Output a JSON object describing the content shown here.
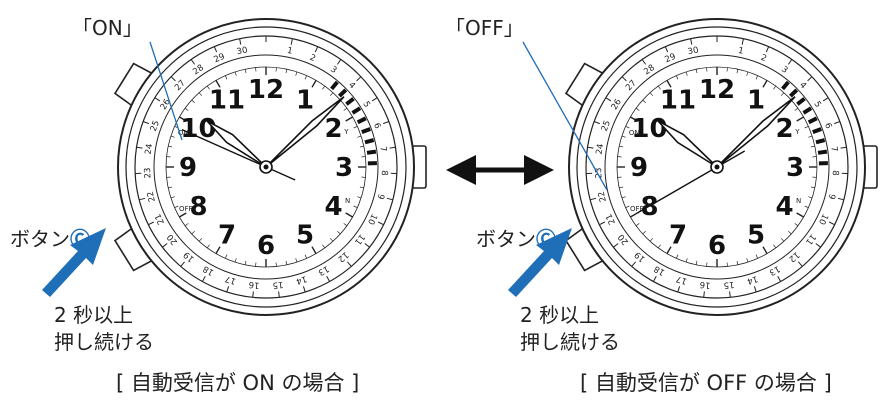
{
  "colors": {
    "accent_blue": "#1f6fb8",
    "line": "#222222"
  },
  "left_watch": {
    "callout": "「ON」",
    "button_label": "ボタン",
    "button_mark": "Ⓒ",
    "instruction_line1": "2 秒以上",
    "instruction_line2": "押し続ける",
    "caption": "[ 自動受信が ON の場合 ]",
    "hand_state": 0.8
  },
  "right_watch": {
    "callout": "「OFF」",
    "button_label": "ボタン",
    "button_mark": "Ⓒ",
    "instruction_line1": "2 秒以上",
    "instruction_line2": "押し続ける",
    "caption": "[ 自動受信が OFF の場合 ]",
    "hand_state": 8
  },
  "dial": {
    "hour_numerals": [
      "12",
      "1",
      "2",
      "3",
      "4",
      "5",
      "6",
      "7",
      "8",
      "9",
      "10",
      "11"
    ],
    "date_numbers": [
      "1",
      "2",
      "3",
      "4",
      "5",
      "6",
      "7",
      "8",
      "9",
      "10",
      "11",
      "12",
      "13",
      "14",
      "15",
      "16",
      "17",
      "18",
      "19",
      "20",
      "21",
      "22",
      "23",
      "24",
      "25",
      "26",
      "27",
      "28",
      "29",
      "30"
    ],
    "inner_marks": {
      "on": "ON",
      "off": "OFF",
      "y": "Y",
      "n": "N"
    }
  },
  "arrow_icon": "double-arrow-icon"
}
